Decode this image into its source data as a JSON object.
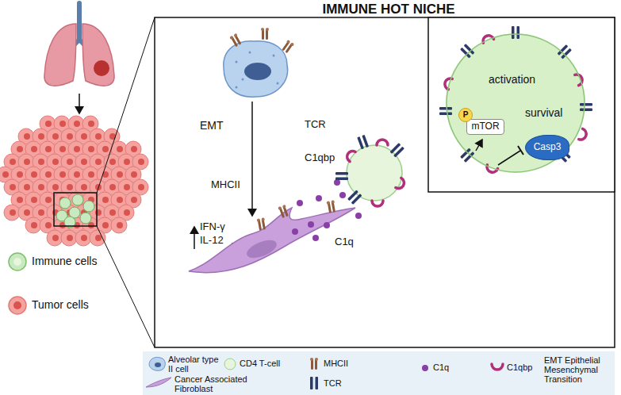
{
  "diagram": {
    "title": "IMMUNE HOT NICHE",
    "nodes": [
      {
        "text": [
          "activation",
          "survival"
        ]
      },
      {
        "text": [
          "mTOR"
        ],
        "in": 0
      },
      {
        "text": [
          "P"
        ],
        "in": 0
      },
      {
        "text": [
          "Casp3"
        ],
        "in": 0
      }
    ],
    "labels": [
      "EMT",
      "MHCII",
      "IFN-γ",
      "IL-12",
      "C1q",
      "TCR",
      "C1qbp"
    ],
    "legend": [
      {
        "text": "Immune cells"
      },
      {
        "text": "Tumor cells"
      },
      {
        "text": "Alveolar type II cell"
      },
      {
        "text": "Cancer Associated Fibroblast"
      },
      {
        "text": "CD4 T-cell"
      },
      {
        "text": "MHCII"
      },
      {
        "text": "TCR"
      },
      {
        "text": "C1q"
      },
      {
        "text": "C1qbp"
      },
      {
        "text": "EMT Epithelial Mesenchymal Transition"
      }
    ]
  }
}
